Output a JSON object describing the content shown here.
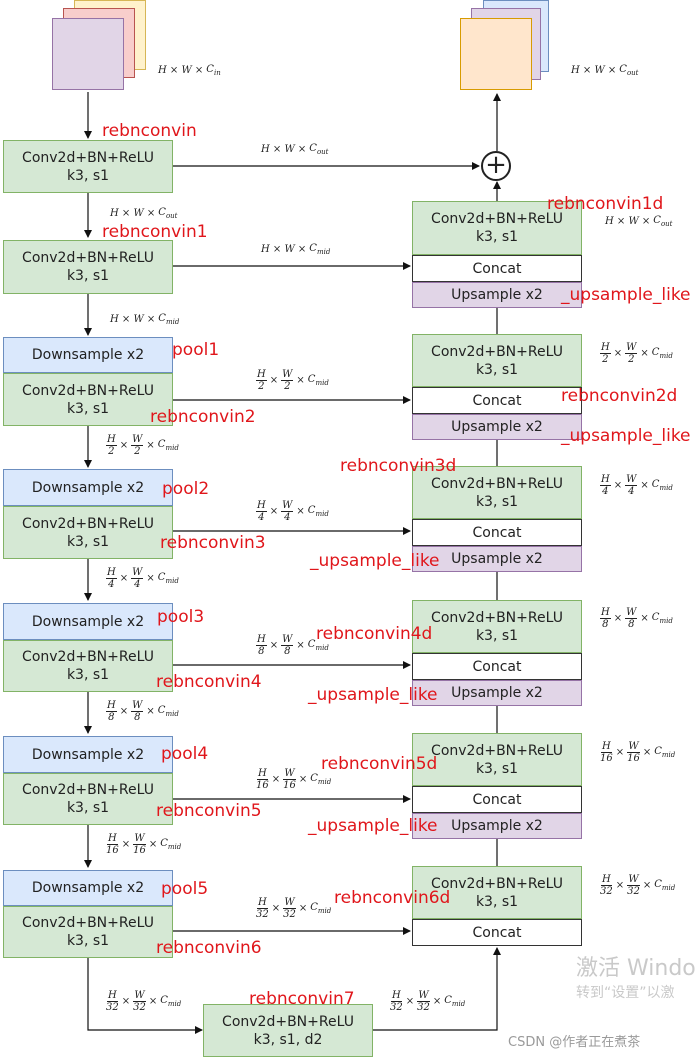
{
  "input_dim": {
    "t": "H × W × ",
    "v": "C",
    "s": "in"
  },
  "output_dim": {
    "t": "H × W × ",
    "v": "C",
    "s": "out"
  },
  "texts": {
    "conv": "Conv2d+BN+ReLU",
    "k3s1": "k3, s1",
    "k3s1d2": "k3, s1, d2",
    "down": "Downsample x2",
    "up": "Upsample x2",
    "concat": "Concat"
  },
  "labels": {
    "rebnconvin": "rebnconvin",
    "rebnconvin1": "rebnconvin1",
    "rebnconvin2": "rebnconvin2",
    "rebnconvin3": "rebnconvin3",
    "rebnconvin4": "rebnconvin4",
    "rebnconvin5": "rebnconvin5",
    "rebnconvin6": "rebnconvin6",
    "rebnconvin7": "rebnconvin7",
    "rebnconvin1d": "rebnconvin1d",
    "rebnconvin2d": "rebnconvin2d",
    "rebnconvin3d": "rebnconvin3d",
    "rebnconvin4d": "rebnconvin4d",
    "rebnconvin5d": "rebnconvin5d",
    "rebnconvin6d": "rebnconvin6d",
    "pool1": "pool1",
    "pool2": "pool2",
    "pool3": "pool3",
    "pool4": "pool4",
    "pool5": "pool5",
    "upsample_like": "_upsample_like"
  },
  "dims": {
    "cout": {
      "t": "H × W × ",
      "v": "C",
      "s": "out"
    },
    "cmid": {
      "t": "H × W × ",
      "v": "C",
      "s": "mid"
    },
    "half": {
      "n": "2",
      "v": "C",
      "s": "mid"
    },
    "quarter": {
      "n": "4",
      "v": "C",
      "s": "mid"
    },
    "eighth": {
      "n": "8",
      "v": "C",
      "s": "mid"
    },
    "sixteenth": {
      "n": "16",
      "v": "C",
      "s": "mid"
    },
    "thirtysecond": {
      "n": "32",
      "v": "C",
      "s": "mid"
    },
    "H": "H",
    "W": "W",
    "times": "×"
  },
  "plus_symbol": "+",
  "watermark": {
    "line1": "激活 Windo",
    "line2": "转到“设置”以激",
    "csdn": "CSDN @作者正在煮茶"
  }
}
